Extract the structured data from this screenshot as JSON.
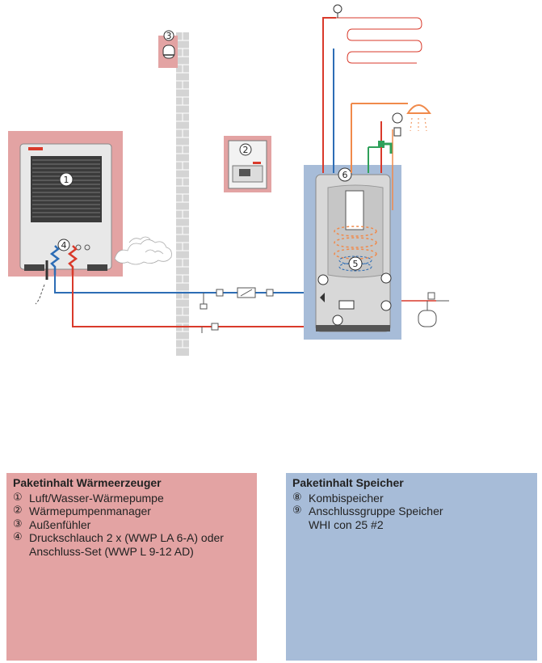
{
  "callouts": {
    "c1": "1",
    "c2": "2",
    "c3": "3",
    "c4": "4",
    "c5": "5",
    "c6": "6"
  },
  "colors": {
    "generator_bg": "#e3a3a3",
    "storage_bg": "#a7bcd8",
    "flow_red": "#d93a2b",
    "return_blue": "#2d6db5",
    "dhw_orange": "#f08a4b",
    "green_pipe": "#2fa05a",
    "wall_grey": "#d4d4d4"
  },
  "panel_left": {
    "title": "Paketinhalt Wärmeerzeuger",
    "items": [
      {
        "num": "①",
        "text": "Luft/Wasser-Wärmepumpe"
      },
      {
        "num": "②",
        "text": "Wärmepumpenmanager"
      },
      {
        "num": "③",
        "text": "Außenfühler"
      },
      {
        "num": "④",
        "text": "Druckschlauch 2 x (WWP LA 6-A) oder"
      }
    ],
    "item4_cont": "Anschluss-Set (WWP L 9-12 AD)"
  },
  "panel_right": {
    "title": "Paketinhalt Speicher",
    "items": [
      {
        "num": "⑧",
        "text": "Kombispeicher"
      },
      {
        "num": "⑨",
        "text": "Anschlussgruppe Speicher"
      }
    ],
    "item9_cont": "WHI con 25 #2"
  }
}
